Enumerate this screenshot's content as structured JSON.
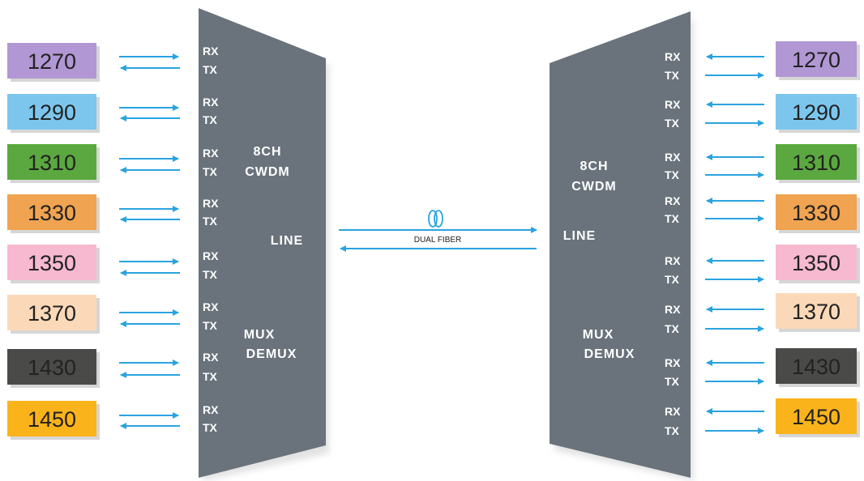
{
  "channels": [
    {
      "wavelength": "1270",
      "color": "#b197d4"
    },
    {
      "wavelength": "1290",
      "color": "#7cc6ee"
    },
    {
      "wavelength": "1310",
      "color": "#5aa83f"
    },
    {
      "wavelength": "1330",
      "color": "#f0a350"
    },
    {
      "wavelength": "1350",
      "color": "#f6b9d0"
    },
    {
      "wavelength": "1370",
      "color": "#fbd9b8"
    },
    {
      "wavelength": "1430",
      "color": "#4a4a48"
    },
    {
      "wavelength": "1450",
      "color": "#fbb31b"
    }
  ],
  "ports": {
    "rx": "RX",
    "tx": "TX"
  },
  "mux_left": {
    "line1": "8CH",
    "line2": "CWDM",
    "line_label": "LINE",
    "mux": "MUX",
    "demux": "DEMUX"
  },
  "mux_right": {
    "line1": "8CH",
    "line2": "CWDM",
    "line_label": "LINE",
    "mux": "MUX",
    "demux": "DEMUX"
  },
  "fiber": {
    "label": "DUAL FIBER",
    "icon": "fiber-loop-icon"
  },
  "colors": {
    "mux_body": "#6a737b",
    "arrow": "#2aa3e0",
    "shadow": "#d0d0d0"
  }
}
